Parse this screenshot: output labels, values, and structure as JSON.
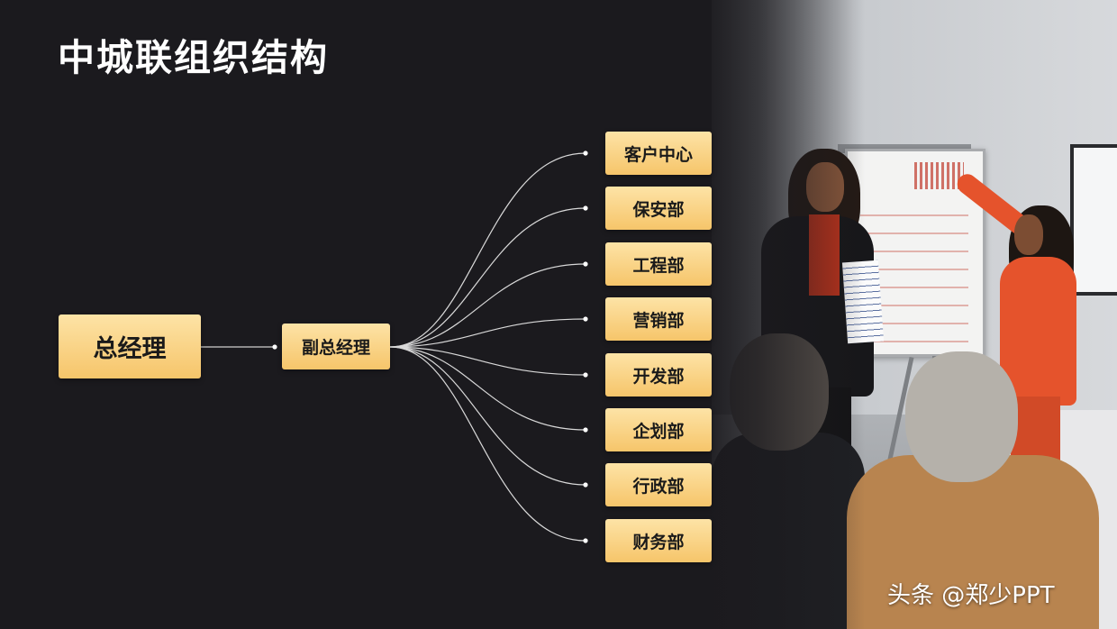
{
  "title": "中城联组织结构",
  "diagram": {
    "root": "总经理",
    "deputy": "副总经理",
    "departments": [
      "客户中心",
      "保安部",
      "工程部",
      "营销部",
      "开发部",
      "企划部",
      "行政部",
      "财务部"
    ]
  },
  "watermark": "头条 @郑少PPT",
  "colors": {
    "background": "#1b1a1e",
    "box_top": "#fde3a6",
    "box_bottom": "#f6c56a",
    "connector": "#d9d9d9",
    "title": "#ffffff"
  }
}
